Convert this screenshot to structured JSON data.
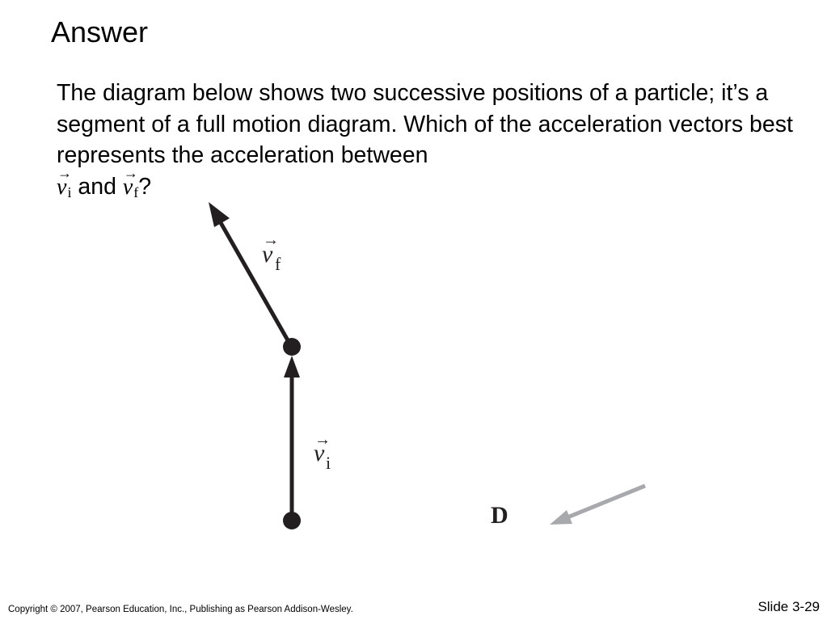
{
  "slide": {
    "title": "Answer",
    "question_text": "The diagram below shows two successive positions of a particle; it’s a segment of a full motion diagram. Which of the acceleration vectors best represents the acceleration between",
    "question_v_symbol": "v",
    "question_vi_subscript": "i",
    "question_and": "and",
    "question_vf_subscript": "f",
    "question_end": "?"
  },
  "diagram": {
    "vf_label": "v",
    "vf_subscript": "f",
    "vi_label": "v",
    "vi_subscript": "i",
    "vector_arrow_glyph": "→",
    "answer_label": "D",
    "colors": {
      "vector": "#231f20",
      "acceleration": "#a7a9ac"
    }
  },
  "footer": {
    "copyright": "Copyright © 2007, Pearson Education, Inc., Publishing as Pearson Addison-Wesley.",
    "slide_number": "Slide 3-29"
  }
}
